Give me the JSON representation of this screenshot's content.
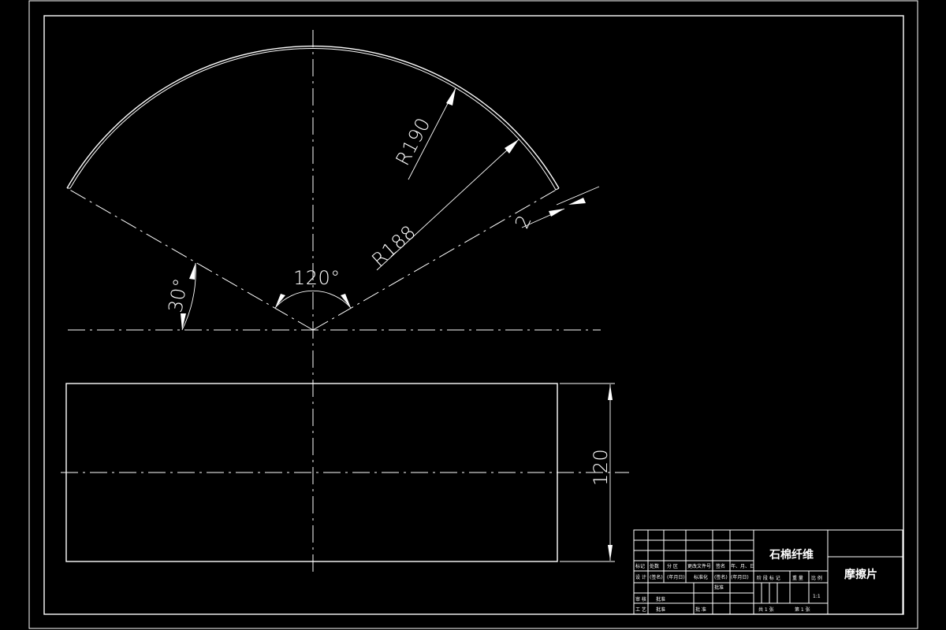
{
  "dimensions": {
    "r_outer": "R190",
    "r_inner": "R188",
    "thickness": "2",
    "sector_angle": "120°",
    "tilt_angle": "30°",
    "height": "120"
  },
  "title_block": {
    "material": "石棉纤维",
    "part_name": "摩擦片",
    "scale": "1:1",
    "row_change": [
      "标记",
      "处数",
      "分 区",
      "更改文件号",
      "签名",
      "年、月、日"
    ],
    "row_design": [
      "设 计",
      "(签名)",
      "(年月日)",
      "标准化",
      "(签名)",
      "(年月日)"
    ],
    "row_approve": [
      "审 核",
      "批准"
    ],
    "row_process": [
      "工 艺",
      "批准",
      "批 准"
    ],
    "stage_header": [
      "阶 段 标 记",
      "重 量",
      "比 例"
    ],
    "sheets": "共 1 张",
    "sheet_no": "第 1 张"
  },
  "colors": {
    "background": "#000000",
    "lines": "#ffffff"
  }
}
